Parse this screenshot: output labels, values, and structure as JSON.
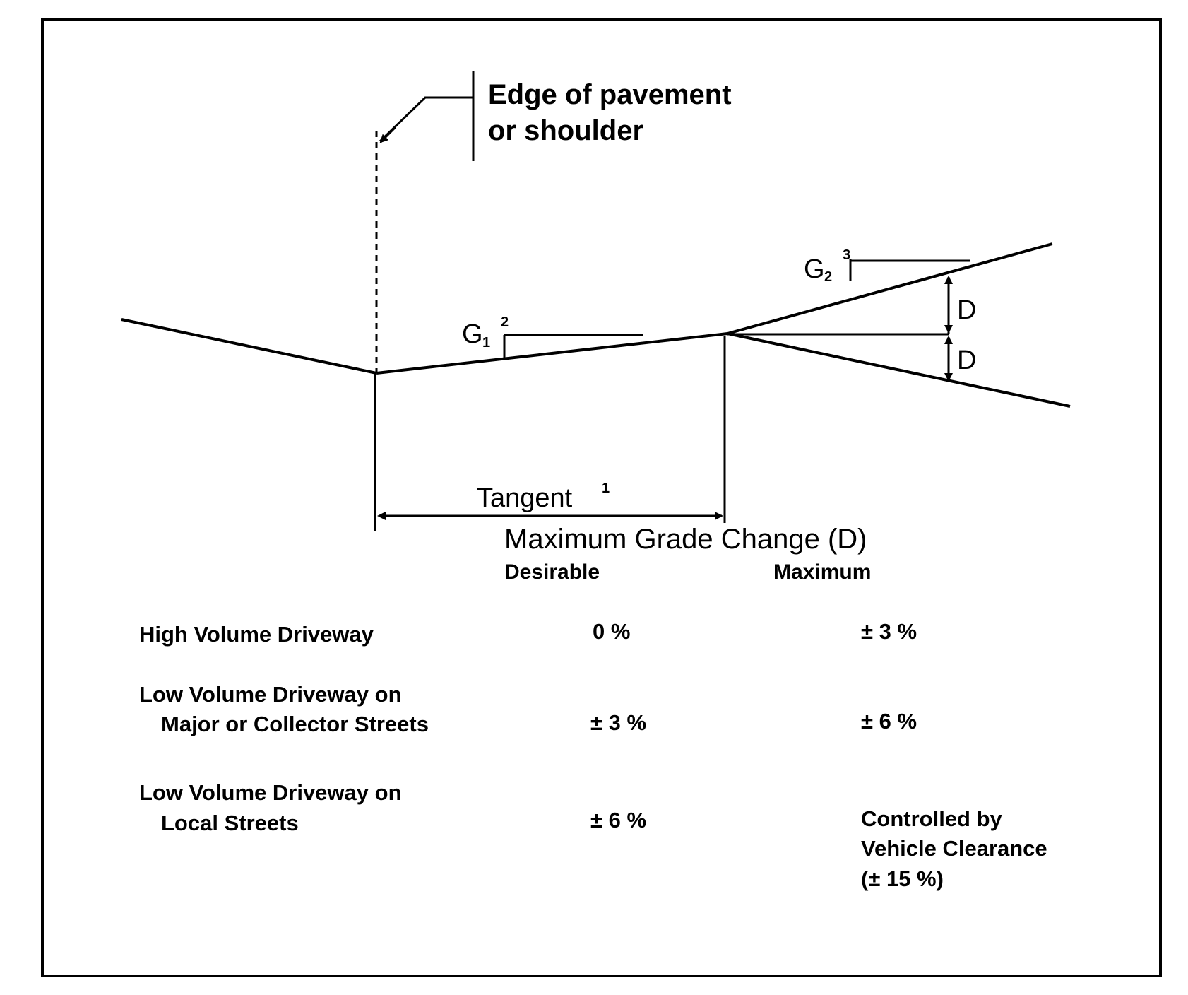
{
  "diagram": {
    "edge_label_line1": "Edge of pavement",
    "edge_label_line2": "or shoulder",
    "g1_label": "G",
    "g1_index": "1",
    "g1_note": "2",
    "g2_label": "G",
    "g2_index": "2",
    "g2_note": "3",
    "d_upper": "D",
    "d_lower": "D",
    "tangent_label": "Tangent",
    "tangent_note": "1"
  },
  "table": {
    "title": "Maximum Grade Change (D)",
    "col_desirable": "Desirable",
    "col_maximum": "Maximum",
    "rows": [
      {
        "label_line1": "High Volume Driveway",
        "label_line2": "",
        "desirable": "0 %",
        "maximum_line1": "± 3 %",
        "maximum_line2": "",
        "maximum_line3": ""
      },
      {
        "label_line1": "Low Volume Driveway on",
        "label_line2": "Major or Collector Streets",
        "desirable": "± 3 %",
        "maximum_line1": "± 6 %",
        "maximum_line2": "",
        "maximum_line3": ""
      },
      {
        "label_line1": "Low Volume Driveway on",
        "label_line2": "Local Streets",
        "desirable": "± 6 %",
        "maximum_line1": "Controlled by",
        "maximum_line2": "Vehicle Clearance",
        "maximum_line3": "(± 15 %)"
      }
    ]
  },
  "colors": {
    "ink": "#000000",
    "paper": "#ffffff"
  }
}
